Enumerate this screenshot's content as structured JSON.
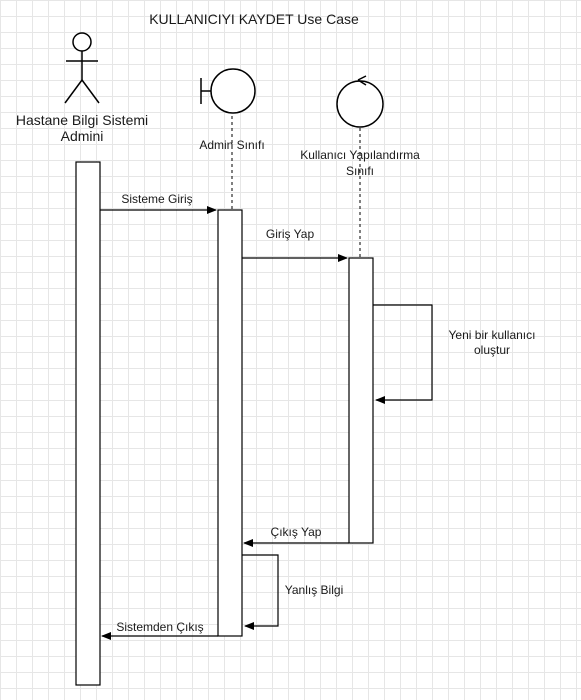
{
  "diagram": {
    "title": "KULLANICIYI KAYDET Use Case",
    "participants": {
      "actor": {
        "name_line1": "Hastane Bilgi Sistemi",
        "name_line2": "Admini",
        "icon": "stick-figure-actor-icon"
      },
      "boundary": {
        "name": "Admin Sınıfı",
        "icon": "boundary-object-icon"
      },
      "control": {
        "name_line1": "Kullanıcı Yapılandırma",
        "name_line2": "Sınıfı",
        "icon": "control-object-icon"
      }
    },
    "messages": [
      {
        "label": "Sisteme Giriş",
        "from": "actor",
        "to": "boundary"
      },
      {
        "label": "Giriş Yap",
        "from": "boundary",
        "to": "control"
      },
      {
        "label_line1": "Yeni bir kullanıcı",
        "label_line2": "oluştur",
        "from": "control",
        "to": "control"
      },
      {
        "label": "Çıkış Yap",
        "from": "control",
        "to": "boundary"
      },
      {
        "label": "Yanlış Bilgi",
        "from": "boundary",
        "to": "boundary"
      },
      {
        "label": "Sistemden Çıkış",
        "from": "boundary",
        "to": "actor"
      }
    ],
    "colors": {
      "line": "#000000",
      "grid": "#e6e6e6",
      "background": "#ffffff"
    }
  }
}
